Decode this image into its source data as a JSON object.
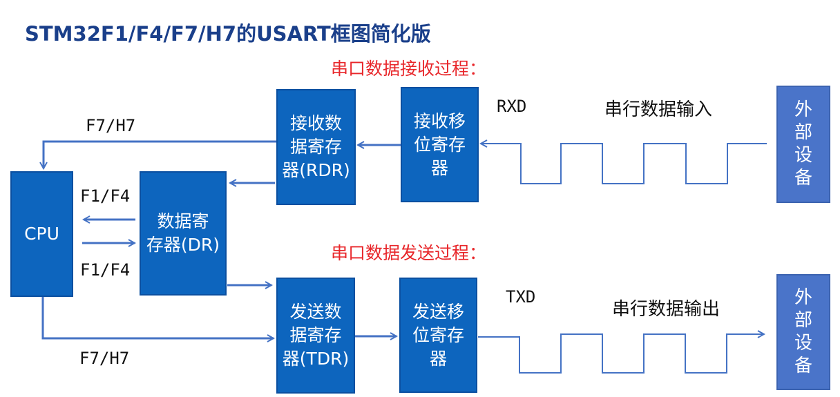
{
  "title": "STM32F1/F4/F7/H7的USART框图简化版",
  "receive_section_title": "串口数据接收过程：",
  "transmit_section_title": "串口数据发送过程：",
  "boxes": {
    "cpu": "CPU",
    "dr": "数据寄\n存器(DR)",
    "rdr": "接收数\n据寄存\n器(RDR)",
    "rx_shift": "接收移\n位寄存\n器",
    "tdr": "发送数\n据寄存\n器(TDR)",
    "tx_shift": "发送移\n位寄存\n器",
    "ext_top": "外\n部\n设\n备",
    "ext_bottom": "外\n部\n设\n备"
  },
  "labels": {
    "f7h7_top": "F7/H7",
    "f1f4_top": "F1/F4",
    "f1f4_bottom": "F1/F4",
    "f7h7_bottom": "F7/H7",
    "rxd": "RXD",
    "txd": "TXD",
    "serial_in": "串行数据输入",
    "serial_out": "串行数据输出"
  },
  "colors": {
    "title": "#1a3f8a",
    "section_title": "#e8262a",
    "box_fill": "#0d65be",
    "external_fill": "#4a74c9",
    "wire": "#4472c4"
  }
}
